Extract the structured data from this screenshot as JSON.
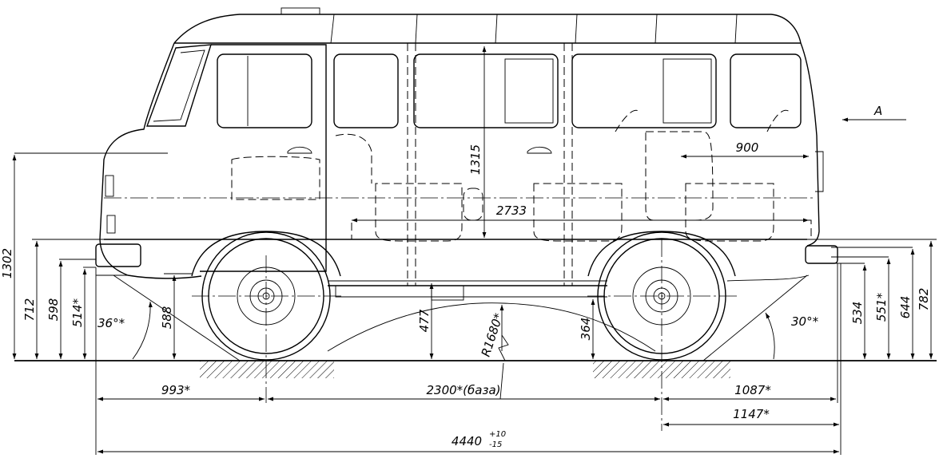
{
  "view_label": "A",
  "dims": {
    "overall_height": "1302",
    "h712": "712",
    "h598": "598",
    "h514": "514*",
    "h588": "588",
    "h477": "477",
    "h364": "364",
    "h534": "534",
    "h551": "551*",
    "h644": "644",
    "h782": "782",
    "interior_height": "1315",
    "interior_length": "2733",
    "rear_width": "900",
    "front_overhang": "993*",
    "wheelbase": "2300*(база)",
    "rear_overhang": "1087*",
    "rear_overhang_full": "1147*",
    "overall_length": "4440",
    "length_tol_upper": "+10",
    "length_tol_lower": "-15",
    "approach_angle": "36°*",
    "departure_angle": "30°*",
    "ramp_radius": "R1680*"
  }
}
